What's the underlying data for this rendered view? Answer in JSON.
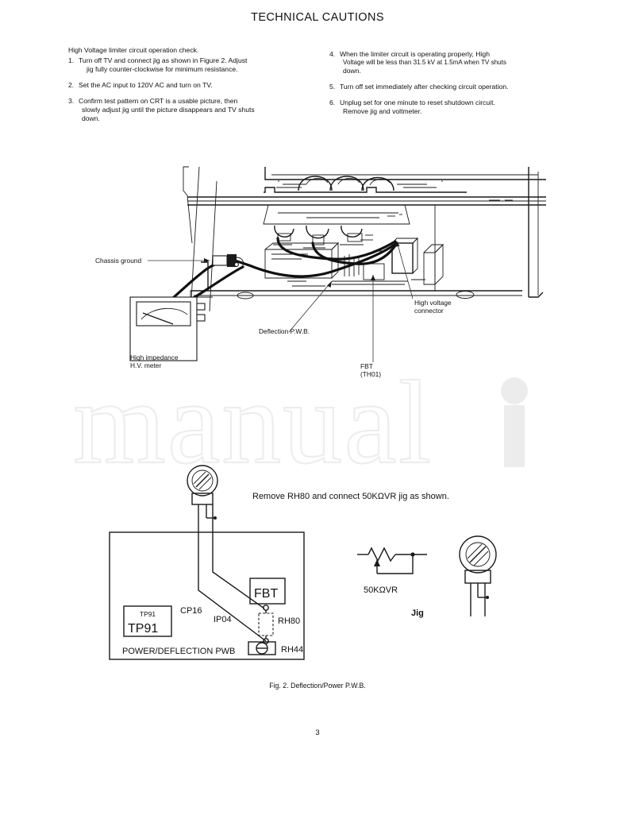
{
  "document": {
    "title": "TECHNICAL CAUTIONS",
    "page_number": "3"
  },
  "instructions": {
    "lead": "High Voltage limiter circuit operation check.",
    "left_steps": [
      {
        "num": "1.",
        "lines": [
          "Turn off TV and connect jig as shown in Figure 2. Adjust",
          "jig fully counter-clockwise for minimum resistance."
        ]
      },
      {
        "num": "2.",
        "lines": [
          "Set the AC input to 120V AC and turn on TV."
        ]
      },
      {
        "num": "3.",
        "lines": [
          "Confirm test pattern on CRT is a usable picture, then",
          "slowly adjust jig until the picture disappears and TV shuts",
          "down."
        ]
      }
    ],
    "right_steps": [
      {
        "num": "4.",
        "lines": [
          "When the limiter circuit is operating properly, High",
          "Voltage will be less than 31.5 kV at 1.5mA when TV shuts",
          "down."
        ]
      },
      {
        "num": "5.",
        "lines": [
          "Turn off set immediately after checking circuit operation."
        ]
      },
      {
        "num": "6.",
        "lines": [
          "Unplug set for one minute to reset shutdown circuit.",
          "Remove jig and voltmeter."
        ]
      }
    ]
  },
  "figure1": {
    "labels": {
      "chassis_ground": "Chassis ground",
      "hv_meter_line1": "High impedance",
      "hv_meter_line2": "H.V. meter",
      "deflection_pwb": "Deflection P.W.B.",
      "hv_connector_line1": "High voltage",
      "hv_connector_line2": "connector",
      "fbt_line1": "FBT",
      "fbt_line2": "(TH01)"
    }
  },
  "figure2": {
    "note": "Remove RH80 and connect 50KΩVR jig as shown.",
    "caption": "Fig. 2. Deflection/Power P.W.B.",
    "labels": {
      "pwb": "POWER/DEFLECTION PWB",
      "tp91_small": "TP91",
      "tp91_large": "TP91",
      "cp16": "CP16",
      "ip04": "IP04",
      "fbt": "FBT",
      "rh80": "RH80",
      "rh44": "RH44",
      "vr_value": "50KΩVR",
      "jig": "Jig"
    }
  },
  "watermark": {
    "text": "manuali"
  },
  "colors": {
    "ink": "#111111",
    "paper": "#ffffff",
    "watermark": "#eeeeee"
  }
}
